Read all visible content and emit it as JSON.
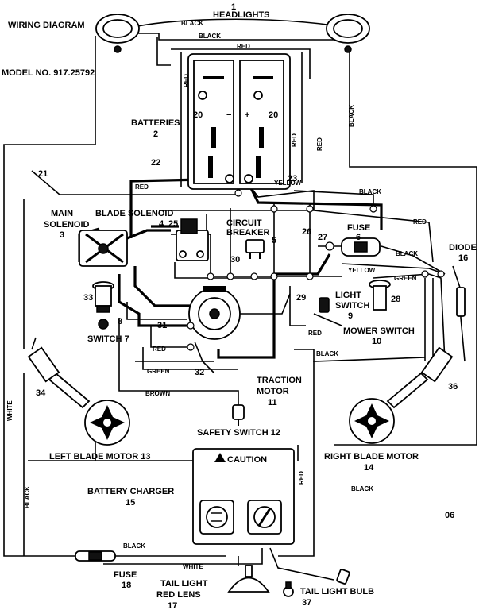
{
  "header": {
    "title": "WIRING DIAGRAM",
    "model": "MODEL NO. 917.25792"
  },
  "components": {
    "headlights": {
      "label": "HEADLIGHTS",
      "num": "1"
    },
    "batteries": {
      "label": "BATTERIES",
      "num": "2"
    },
    "main_solenoid": {
      "label_line1": "MAIN",
      "label_line2": "SOLENOID",
      "num": "3"
    },
    "blade_solenoid": {
      "label": "BLADE SOLENOID",
      "num": "4"
    },
    "circuit_breaker": {
      "label_line1": "CIRCUIT",
      "label_line2": "BREAKER",
      "num": "5"
    },
    "fuse_6": {
      "label": "FUSE",
      "num": "6"
    },
    "switch_7": {
      "label": "SWITCH 7"
    },
    "key_8": {
      "num": "8"
    },
    "light_switch": {
      "label_line1": "LIGHT",
      "label_line2": "SWITCH",
      "num": "9"
    },
    "mower_switch": {
      "label": "MOWER SWITCH",
      "num": "10"
    },
    "traction_motor": {
      "label_line1": "TRACTION",
      "label_line2": "MOTOR",
      "num": "11"
    },
    "safety_switch": {
      "label": "SAFETY SWITCH 12"
    },
    "left_blade_motor": {
      "label": "LEFT BLADE MOTOR 13"
    },
    "right_blade_motor": {
      "label": "RIGHT BLADE MOTOR",
      "num": "14"
    },
    "battery_charger": {
      "label": "BATTERY CHARGER",
      "num": "15",
      "caution": "CAUTION",
      "caution_icon": "warning-triangle-icon"
    },
    "diode": {
      "label": "DIODE",
      "num": "16"
    },
    "tail_light": {
      "label_line1": "TAIL LIGHT",
      "label_line2": "RED LENS",
      "num": "17"
    },
    "fuse_18": {
      "label": "FUSE",
      "num": "18"
    },
    "tail_light_bulb": {
      "label": "TAIL LIGHT BULB",
      "num": "37"
    }
  },
  "refs": {
    "r20a": "20",
    "r20b": "20",
    "r21": "21",
    "r22": "22",
    "r23": "23",
    "r25": "25",
    "r26": "26",
    "r27": "27",
    "r28": "28",
    "r29": "29",
    "r30": "30",
    "r31": "31",
    "r32": "32",
    "r33": "33",
    "r34": "34",
    "r36": "36"
  },
  "wire_colors": {
    "black": "BLACK",
    "red": "RED",
    "yellow": "YELLOW",
    "green": "GREEN",
    "brown": "BROWN",
    "white": "WHITE"
  },
  "symbols": {
    "minus": "−",
    "plus": "+"
  },
  "footer": {
    "code": "06"
  }
}
